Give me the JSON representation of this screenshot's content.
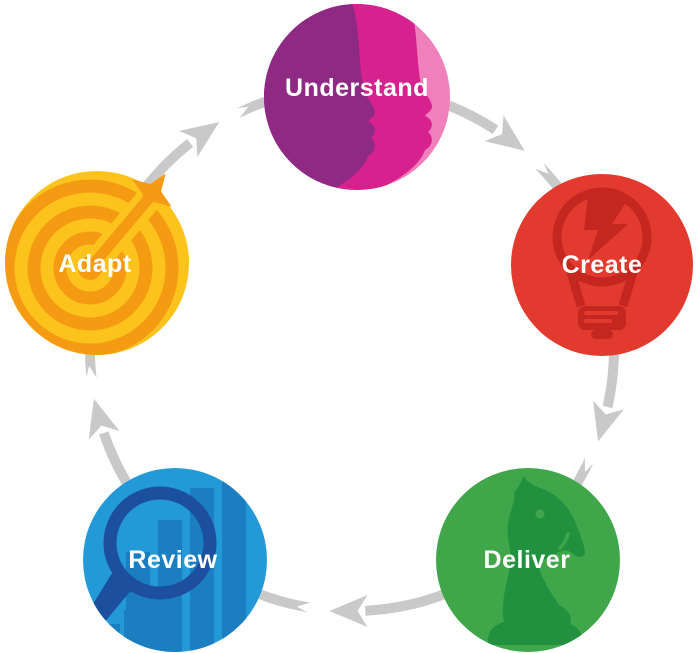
{
  "diagram": {
    "type": "cycle-process-diagram",
    "background": "#ffffff",
    "direction": "clockwise",
    "arrow_color": "#c9c9c9",
    "cycle_order": [
      "Understand",
      "Create",
      "Deliver",
      "Review",
      "Adapt"
    ],
    "stages": [
      {
        "label": "Understand",
        "icon": "overlapping-face-profiles",
        "color": "#d6218e",
        "icon_colors": {
          "purple": "#8e2a84",
          "magenta": "#d6218e",
          "pink": "#ef80bc"
        }
      },
      {
        "label": "Create",
        "icon": "lightbulb-with-lightning-bolt",
        "color": "#e23a2e",
        "icon_colors": {
          "dark_red": "#c4271f"
        }
      },
      {
        "label": "Deliver",
        "icon": "chess-knight",
        "color": "#3fa64a",
        "icon_colors": {
          "dark_green": "#21913f"
        }
      },
      {
        "label": "Review",
        "icon": "magnifying-glass-over-bar-chart",
        "color": "#2399d8",
        "icon_colors": {
          "navy": "#1c4f9d",
          "bar_blue": "#1b7ec0"
        }
      },
      {
        "label": "Adapt",
        "icon": "dart-target-bullseye",
        "color": "#fcc31d",
        "icon_colors": {
          "orange": "#f59b13"
        }
      }
    ]
  }
}
